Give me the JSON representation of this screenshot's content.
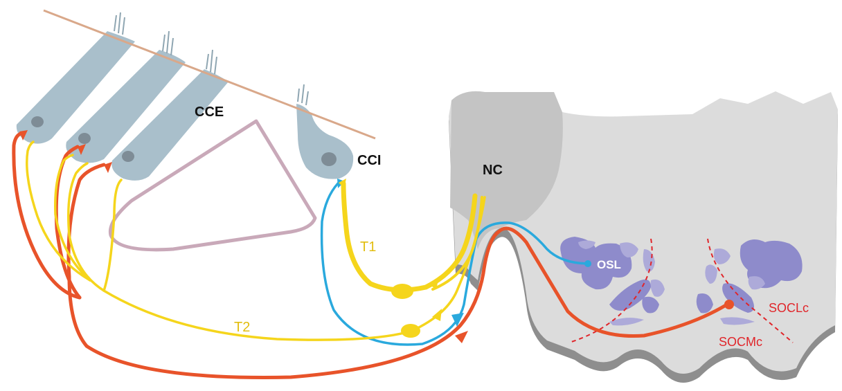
{
  "labels": {
    "cce": "CCE",
    "cci": "CCI",
    "nc": "NC",
    "t1": "T1",
    "t2": "T2",
    "osl": "OSL",
    "soclc": "SOCLc",
    "socmc": "SOCMc"
  },
  "colors": {
    "membrane": "#D9A88A",
    "hair_cell": "#A9BFCB",
    "nucleus": "#7E8C96",
    "stereocilia": "#8FA6B2",
    "tunnel": "#C9A9B9",
    "type1_afferent": "#F5D51C",
    "type2_afferent": "#F5D51C",
    "lateral_efferent": "#2AA9DD",
    "medial_efferent": "#E8532A",
    "brainstem": "#DCDCDC",
    "brainstem_shadow": "#8E8E8E",
    "cochlear_nucleus": "#C4C4C4",
    "nucleus_dark": "#8E8BCB",
    "nucleus_light": "#ADAAD9",
    "nucleus_boundary": "#E0252A",
    "text_dark": "#111111",
    "text_yellow": "#E2BD0F",
    "text_red": "#E0252A",
    "text_white": "#FFFFFF"
  }
}
